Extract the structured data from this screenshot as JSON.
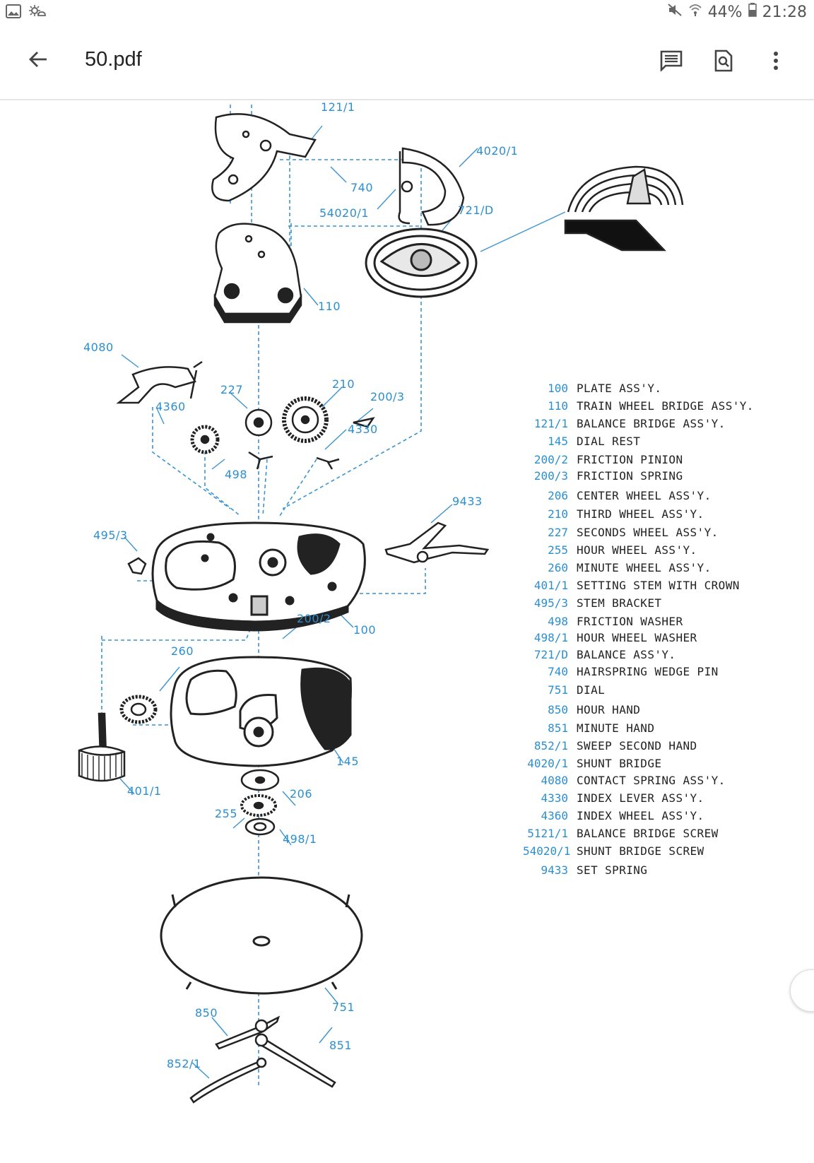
{
  "status_bar": {
    "left_icons": [
      "gallery-icon",
      "weather-icon"
    ],
    "battery": "44%",
    "time": "21:28",
    "right_icons": [
      "mute-icon",
      "wifi-icon",
      "battery-icon"
    ]
  },
  "app_bar": {
    "title": "50.pdf",
    "back_icon": "arrow-back-icon",
    "actions": [
      "comment-icon",
      "find-in-page-icon",
      "more-vert-icon"
    ]
  },
  "diagram": {
    "callouts": [
      "121/1",
      "4020/1",
      "740",
      "54020/1",
      "721/D",
      "110",
      "4080",
      "227",
      "210",
      "200/3",
      "4360",
      "4330",
      "498",
      "9433",
      "495/3",
      "200/2",
      "100",
      "260",
      "145",
      "401/1",
      "206",
      "255",
      "498/1",
      "751",
      "850",
      "851",
      "852/1"
    ]
  },
  "parts_list": [
    {
      "num": "100",
      "desc": "PLATE ASS'Y."
    },
    {
      "num": "110",
      "desc": "TRAIN WHEEL BRIDGE ASS'Y."
    },
    {
      "num": "121/1",
      "desc": "BALANCE BRIDGE ASS'Y."
    },
    {
      "num": "145",
      "desc": "DIAL REST"
    },
    {
      "num": "200/2",
      "desc": "FRICTION PINION"
    },
    {
      "num": "200/3",
      "desc": "FRICTION SPRING"
    },
    {
      "num": "206",
      "desc": "CENTER WHEEL ASS'Y."
    },
    {
      "num": "210",
      "desc": "THIRD WHEEL ASS'Y."
    },
    {
      "num": "227",
      "desc": "SECONDS WHEEL ASS'Y."
    },
    {
      "num": "255",
      "desc": "HOUR WHEEL ASS'Y."
    },
    {
      "num": "260",
      "desc": "MINUTE WHEEL ASS'Y."
    },
    {
      "num": "401/1",
      "desc": "SETTING STEM WITH CROWN"
    },
    {
      "num": "495/3",
      "desc": "STEM BRACKET"
    },
    {
      "num": "498",
      "desc": "FRICTION WASHER"
    },
    {
      "num": "498/1",
      "desc": "HOUR WHEEL WASHER"
    },
    {
      "num": "721/D",
      "desc": "BALANCE ASS'Y."
    },
    {
      "num": "740",
      "desc": "HAIRSPRING WEDGE PIN"
    },
    {
      "num": "751",
      "desc": "DIAL"
    },
    {
      "num": "850",
      "desc": "HOUR HAND"
    },
    {
      "num": "851",
      "desc": "MINUTE HAND"
    },
    {
      "num": "852/1",
      "desc": "SWEEP SECOND HAND"
    },
    {
      "num": "4020/1",
      "desc": "SHUNT BRIDGE"
    },
    {
      "num": "4080",
      "desc": "CONTACT SPRING ASS'Y."
    },
    {
      "num": "4330",
      "desc": "INDEX LEVER ASS'Y."
    },
    {
      "num": "4360",
      "desc": "INDEX WHEEL ASS'Y."
    },
    {
      "num": "5121/1",
      "desc": "BALANCE BRIDGE SCREW"
    },
    {
      "num": "54020/1",
      "desc": "SHUNT BRIDGE SCREW"
    },
    {
      "num": "9433",
      "desc": "SET SPRING"
    }
  ]
}
